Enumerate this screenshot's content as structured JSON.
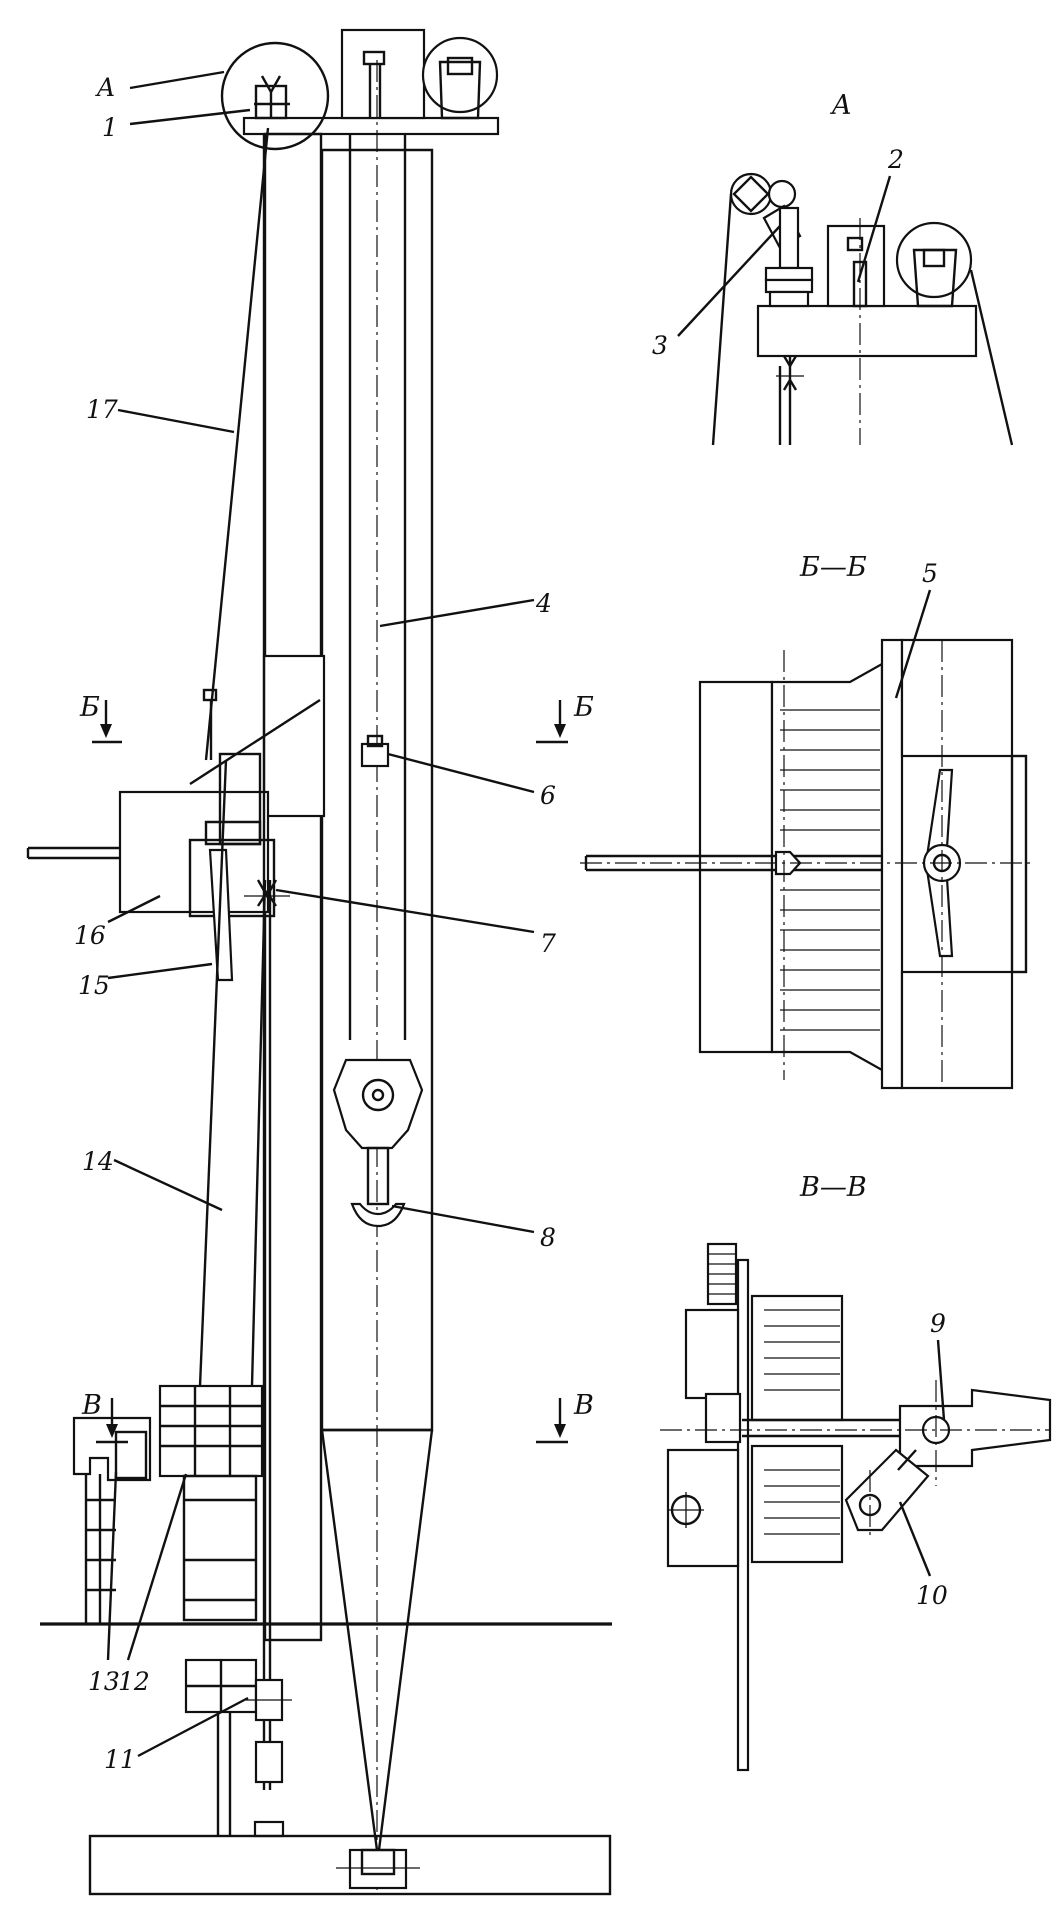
{
  "labels": {
    "n1": "1",
    "n2": "2",
    "n3": "3",
    "n4": "4",
    "n5": "5",
    "n6": "6",
    "n7": "7",
    "n8": "8",
    "n9": "9",
    "n10": "10",
    "n11": "11",
    "n12": "12",
    "n13": "13",
    "n14": "14",
    "n15": "15",
    "n16": "16",
    "n17": "17"
  },
  "sections": {
    "callout_a": "A",
    "view_a_title": "A",
    "bb_title": "Б—Б",
    "vv_title": "В—В",
    "bb_mark": "Б",
    "vv_mark": "В"
  },
  "icons": [
    "section-arrow-icon",
    "pulley-icon",
    "hook-icon",
    "shackle-icon"
  ]
}
